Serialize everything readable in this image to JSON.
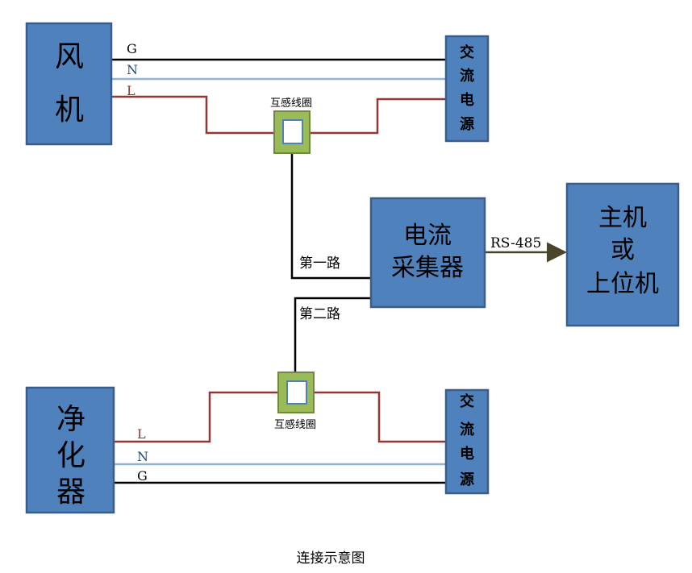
{
  "fan": {
    "chars": [
      "风",
      "机"
    ]
  },
  "purifier": {
    "chars": [
      "净",
      "化",
      "器"
    ]
  },
  "ac_power_top": {
    "chars": [
      "交",
      "流",
      "电",
      "源"
    ]
  },
  "ac_power_bottom": {
    "chars": [
      "交",
      "流",
      "电",
      "源"
    ]
  },
  "collector": {
    "lines": [
      "电流",
      "采集器"
    ]
  },
  "host": {
    "lines": [
      "主机",
      "或",
      "上位机"
    ]
  },
  "wires": {
    "ground": "G",
    "neutral": "N",
    "live": "L"
  },
  "coil_label": "互感线圈",
  "channel_1": "第一路",
  "channel_2": "第二路",
  "link_label": "RS-485",
  "caption": "连接示意图",
  "colors": {
    "box": "#4f81bd",
    "live": "#943634",
    "neutral": "#8fb3d5",
    "ground": "#000000",
    "coil": "#9bbb59"
  }
}
